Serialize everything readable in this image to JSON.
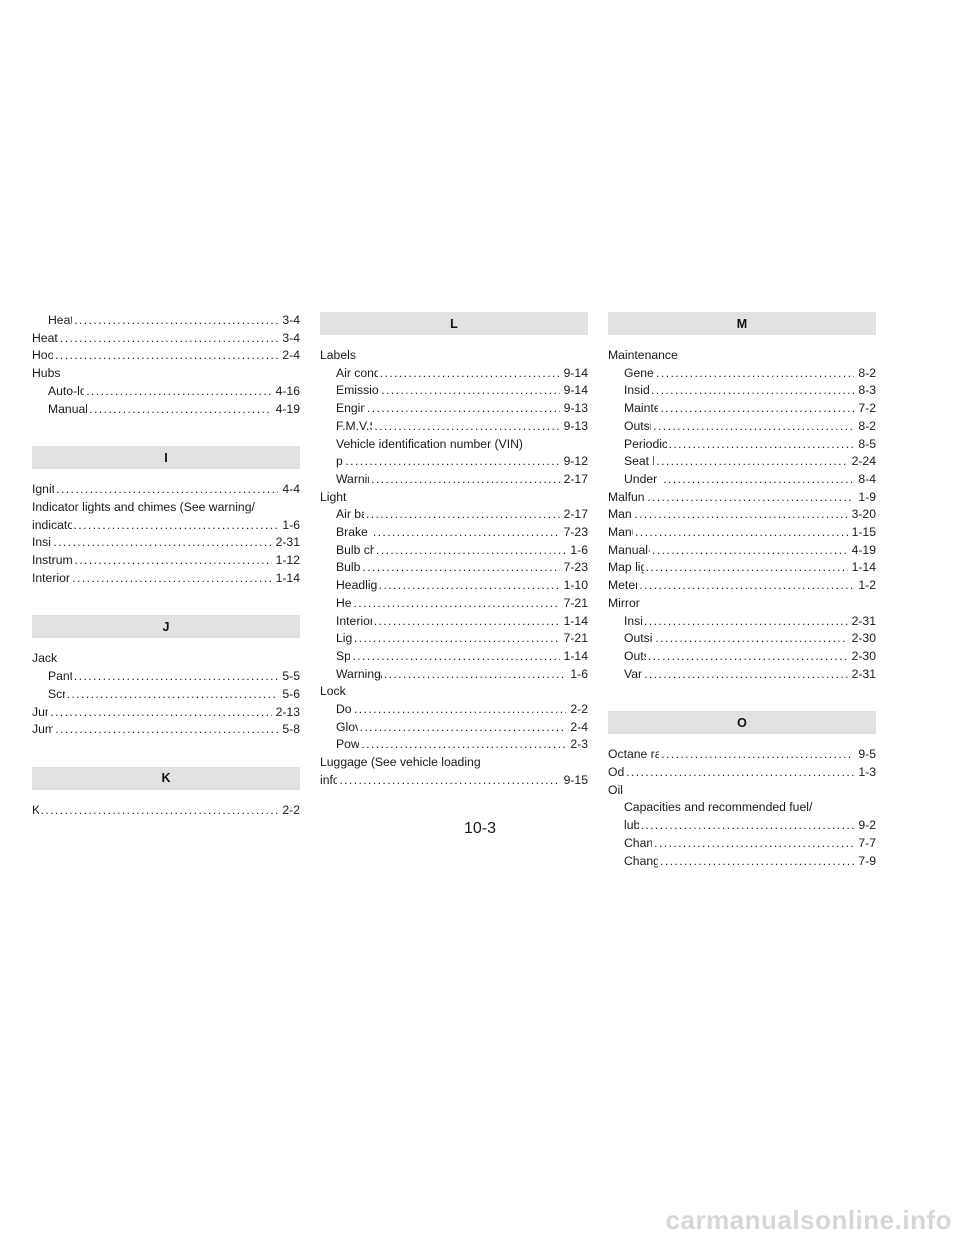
{
  "columns": [
    {
      "items": [
        {
          "kind": "e",
          "ind": true,
          "text": "Heater operation",
          "page": "3-4"
        },
        {
          "kind": "e",
          "ind": false,
          "text": "Heater operation",
          "page": "3-4"
        },
        {
          "kind": "e",
          "ind": false,
          "text": "Hood release",
          "page": "2-4"
        },
        {
          "kind": "h",
          "ind": false,
          "text": "Hubs"
        },
        {
          "kind": "e",
          "ind": true,
          "text": "Auto-lock free-running hubs",
          "page": "4-16"
        },
        {
          "kind": "e",
          "ind": true,
          "text": "Manual-lock free-running hubs",
          "page": "4-19"
        },
        {
          "kind": "gap"
        },
        {
          "kind": "section",
          "text": "I"
        },
        {
          "kind": "e",
          "ind": false,
          "text": "Ignition switch",
          "page": "4-4"
        },
        {
          "kind": "h",
          "ind": false,
          "text": "Indicator lights and chimes (See warning/"
        },
        {
          "kind": "e",
          "ind": false,
          "text": "indicator lights and chimes)",
          "page": "1-6"
        },
        {
          "kind": "e",
          "ind": false,
          "text": "Inside mirror",
          "page": "2-31"
        },
        {
          "kind": "e",
          "ind": false,
          "text": "Instrument brightness control",
          "page": "1-12"
        },
        {
          "kind": "e",
          "ind": false,
          "text": "Interior light and cargo light",
          "page": "1-14"
        },
        {
          "kind": "gap"
        },
        {
          "kind": "section",
          "text": "J"
        },
        {
          "kind": "h",
          "ind": false,
          "text": "Jack"
        },
        {
          "kind": "e",
          "ind": true,
          "text": "Pantograph type",
          "page": "5-5"
        },
        {
          "kind": "e",
          "ind": true,
          "text": "Screw type",
          "page": "5-6"
        },
        {
          "kind": "e",
          "ind": false,
          "text": "Jump seat",
          "page": "2-13"
        },
        {
          "kind": "e",
          "ind": false,
          "text": "Jump starting",
          "page": "5-8"
        },
        {
          "kind": "gap"
        },
        {
          "kind": "section",
          "text": "K"
        },
        {
          "kind": "e",
          "ind": false,
          "text": "Key",
          "page": "2-2"
        }
      ]
    },
    {
      "items": [
        {
          "kind": "section",
          "text": "L"
        },
        {
          "kind": "h",
          "ind": false,
          "text": "Labels"
        },
        {
          "kind": "e",
          "ind": true,
          "text": "Air conditioner specification label",
          "page": "9-14"
        },
        {
          "kind": "e",
          "ind": true,
          "text": "Emission control information label.",
          "page": "9-14"
        },
        {
          "kind": "e",
          "ind": true,
          "text": "Engine serial number",
          "page": "9-13"
        },
        {
          "kind": "e",
          "ind": true,
          "text": "F.M.V.S.S. certification label",
          "page": "9-13"
        },
        {
          "kind": "h",
          "ind": true,
          "text": "Vehicle identification number (VIN)"
        },
        {
          "kind": "e",
          "ind": true,
          "text": "plate",
          "page": "9-12"
        },
        {
          "kind": "e",
          "ind": true,
          "text": "Warning labels (for SRS)",
          "page": "2-17"
        },
        {
          "kind": "h",
          "ind": false,
          "text": "Light"
        },
        {
          "kind": "e",
          "ind": true,
          "text": "Air bag warning light",
          "page": "2-17"
        },
        {
          "kind": "e",
          "ind": true,
          "text": "Brake light (See stop light)",
          "page": "7-23"
        },
        {
          "kind": "e",
          "ind": true,
          "text": "Bulb check/instrument panel",
          "page": "1-6"
        },
        {
          "kind": "e",
          "ind": true,
          "text": "Bulb replacement",
          "page": "7-23"
        },
        {
          "kind": "e",
          "ind": true,
          "text": "Headlight and turn signal switch",
          "page": "1-10"
        },
        {
          "kind": "e",
          "ind": true,
          "text": "Headlights",
          "page": "7-21"
        },
        {
          "kind": "e",
          "ind": true,
          "text": "Interior light and cargo light",
          "page": "1-14"
        },
        {
          "kind": "e",
          "ind": true,
          "text": "Light bulbs",
          "page": "7-21"
        },
        {
          "kind": "e",
          "ind": true,
          "text": "Spotlights",
          "page": "1-14"
        },
        {
          "kind": "e",
          "ind": true,
          "text": "Warning/indicator lights and chimes",
          "page": "1-6"
        },
        {
          "kind": "h",
          "ind": false,
          "text": "Lock"
        },
        {
          "kind": "e",
          "ind": true,
          "text": "Door locks",
          "page": "2-2"
        },
        {
          "kind": "e",
          "ind": true,
          "text": "Glove box lock",
          "page": "2-4"
        },
        {
          "kind": "e",
          "ind": true,
          "text": "Power door lock",
          "page": "2-3"
        },
        {
          "kind": "h",
          "ind": false,
          "text": "Luggage (See vehicle loading"
        },
        {
          "kind": "e",
          "ind": false,
          "text": "information",
          "page": "9-15"
        }
      ]
    },
    {
      "items": [
        {
          "kind": "section",
          "text": "M"
        },
        {
          "kind": "h",
          "ind": false,
          "text": "Maintenance"
        },
        {
          "kind": "e",
          "ind": true,
          "text": "General maintenance",
          "page": "8-2"
        },
        {
          "kind": "e",
          "ind": true,
          "text": "Inside the vehicle",
          "page": "8-3"
        },
        {
          "kind": "e",
          "ind": true,
          "text": "Maintenance precautions",
          "page": "7-2"
        },
        {
          "kind": "e",
          "ind": true,
          "text": "Outside the vehicle",
          "page": "8-2"
        },
        {
          "kind": "e",
          "ind": true,
          "text": "Periodic maintenance schedules",
          "page": "8-5"
        },
        {
          "kind": "e",
          "ind": true,
          "text": "Seat belt maintenance",
          "page": "2-24"
        },
        {
          "kind": "e",
          "ind": true,
          "text": "Under the hood and vehicle",
          "page": "8-4"
        },
        {
          "kind": "e",
          "ind": false,
          "text": "Malfunction indicator light",
          "page": "1-9"
        },
        {
          "kind": "e",
          "ind": false,
          "text": "Manual antenna",
          "page": "3-20"
        },
        {
          "kind": "e",
          "ind": false,
          "text": "Manual windows",
          "page": "1-15"
        },
        {
          "kind": "e",
          "ind": false,
          "text": "Manual-lock free-running hubs",
          "page": "4-19"
        },
        {
          "kind": "e",
          "ind": false,
          "text": "Map light (See spot light)",
          "page": "1-14"
        },
        {
          "kind": "e",
          "ind": false,
          "text": "Meters and gauges",
          "page": "1-2"
        },
        {
          "kind": "h",
          "ind": false,
          "text": "Mirror"
        },
        {
          "kind": "e",
          "ind": true,
          "text": "Inside mirror",
          "page": "2-31"
        },
        {
          "kind": "e",
          "ind": true,
          "text": "Outside mirror control",
          "page": "2-30"
        },
        {
          "kind": "e",
          "ind": true,
          "text": "Outside mirrors",
          "page": "2-30"
        },
        {
          "kind": "e",
          "ind": true,
          "text": "Vanity mirror",
          "page": "2-31"
        },
        {
          "kind": "gap"
        },
        {
          "kind": "section",
          "text": "O"
        },
        {
          "kind": "e",
          "ind": false,
          "text": "Octane rating (See fuel octane rating)",
          "page": "9-5"
        },
        {
          "kind": "e",
          "ind": false,
          "text": "Odometer",
          "page": "1-3"
        },
        {
          "kind": "h",
          "ind": false,
          "text": "Oil"
        },
        {
          "kind": "h",
          "ind": true,
          "text": "Capacities and recommended fuel/"
        },
        {
          "kind": "e",
          "ind": true,
          "text": "lubricants",
          "page": "9-2"
        },
        {
          "kind": "e",
          "ind": true,
          "text": "Changing engine oil",
          "page": "7-7"
        },
        {
          "kind": "e",
          "ind": true,
          "text": "Changing engine oil filter",
          "page": "7-9"
        }
      ]
    }
  ],
  "page_number": "10-3",
  "watermark": "carmanualsonline.info"
}
